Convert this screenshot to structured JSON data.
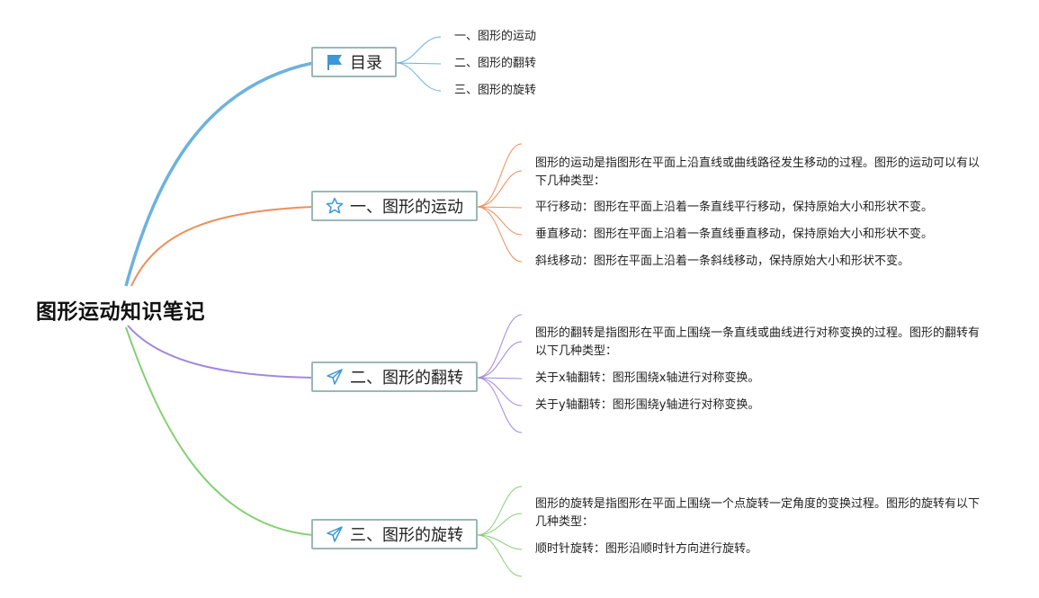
{
  "root": {
    "title": "图形运动知识笔记"
  },
  "colors": {
    "toc": "#6cb2de",
    "motion": "#ec8f5c",
    "flip": "#a188dd",
    "rotate": "#84cf74",
    "node_border": "#9bb8b3",
    "icon": "#3b97d6"
  },
  "branches": [
    {
      "id": "toc",
      "label": "目录",
      "icon": "flag-icon",
      "leaves": [
        "一、图形的运动",
        "二、图形的翻转",
        "三、图形的旋转"
      ]
    },
    {
      "id": "motion",
      "label": "一、图形的运动",
      "icon": "star-icon",
      "leaves": [
        "图形的运动是指图形在平面上沿直线或曲线路径发生移动的过程。图形的运动可以有以下几种类型：",
        "平行移动：图形在平面上沿着一条直线平行移动，保持原始大小和形状不变。",
        "垂直移动：图形在平面上沿着一条直线垂直移动，保持原始大小和形状不变。",
        "斜线移动：图形在平面上沿着一条斜线移动，保持原始大小和形状不变。"
      ]
    },
    {
      "id": "flip",
      "label": "二、图形的翻转",
      "icon": "paper-plane-icon",
      "leaves": [
        "图形的翻转是指图形在平面上围绕一条直线或曲线进行对称变换的过程。图形的翻转有以下几种类型：",
        "关于x轴翻转：图形围绕x轴进行对称变换。",
        "关于y轴翻转：图形围绕y轴进行对称变换。"
      ]
    },
    {
      "id": "rotate",
      "label": "三、图形的旋转",
      "icon": "paper-plane-icon",
      "leaves": [
        "图形的旋转是指图形在平面上围绕一个点旋转一定角度的变换过程。图形的旋转有以下几种类型：",
        "顺时针旋转：图形沿顺时针方向进行旋转。"
      ]
    }
  ]
}
